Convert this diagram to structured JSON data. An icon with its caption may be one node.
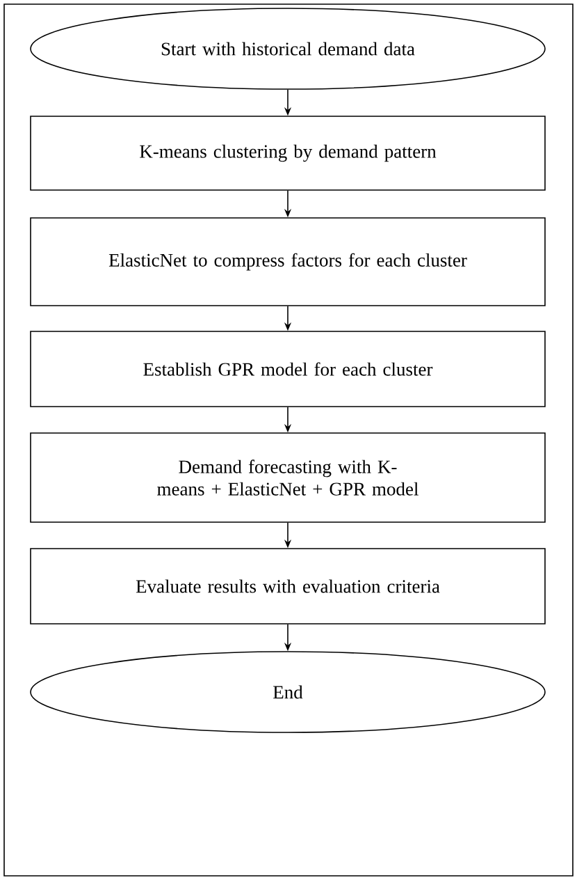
{
  "diagram": {
    "nodes": [
      {
        "text": [
          "Start with historical demand data"
        ]
      },
      {
        "text": [
          "K-means clustering by demand pattern"
        ]
      },
      {
        "text": [
          "ElasticNet to compress factors for each cluster"
        ]
      },
      {
        "text": [
          "Establish GPR model for each cluster"
        ]
      },
      {
        "text": [
          "Demand forecasting with K-means + ElasticNet + GPR model"
        ]
      },
      {
        "text": [
          "Evaluate results with evaluation criteria"
        ]
      },
      {
        "text": [
          "End"
        ]
      }
    ],
    "edges": [
      {
        "from": 0,
        "to": 1,
        "arrow": "to"
      },
      {
        "from": 1,
        "to": 2,
        "arrow": "to"
      },
      {
        "from": 2,
        "to": 3,
        "arrow": "to"
      },
      {
        "from": 3,
        "to": 4,
        "arrow": "to"
      },
      {
        "from": 4,
        "to": 5,
        "arrow": "to"
      },
      {
        "from": 5,
        "to": 6,
        "arrow": "to"
      }
    ]
  }
}
